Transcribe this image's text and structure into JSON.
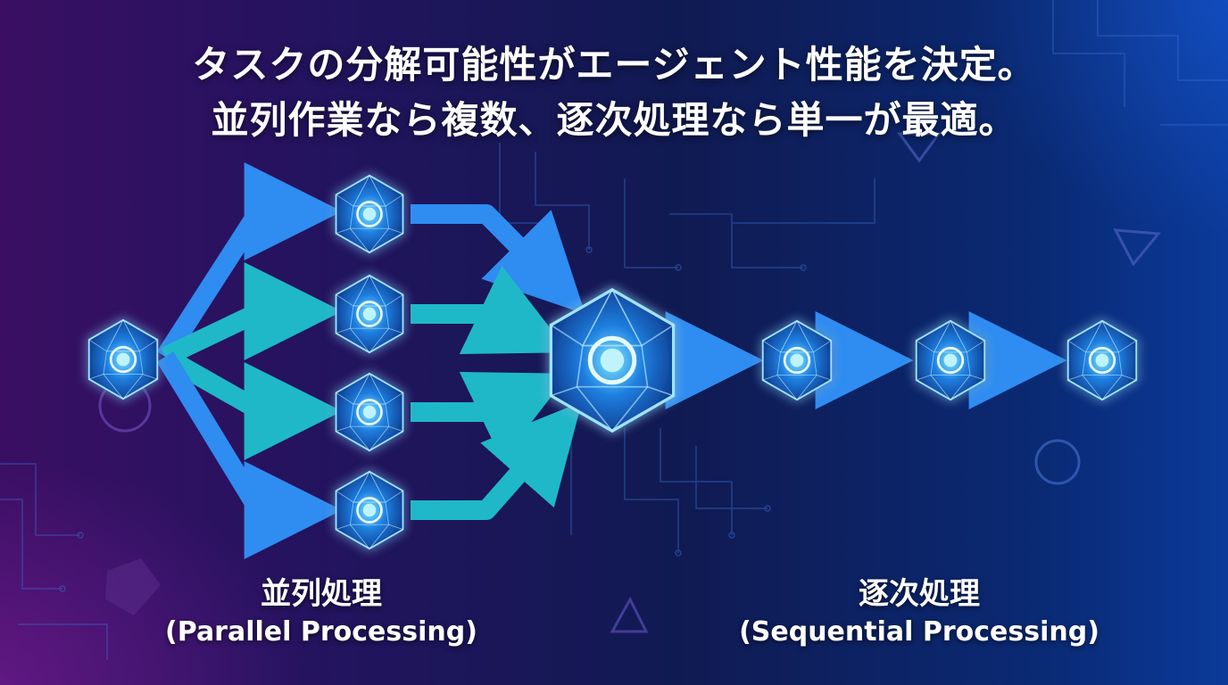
{
  "title": {
    "line1": "タスクの分解可能性がエージェント性能を決定。",
    "line2": "並列作業なら複数、逐次処理なら単一が最適。"
  },
  "labels": {
    "parallel_jp": "並列処理",
    "parallel_en": "(Parallel Processing)",
    "sequential_jp": "逐次処理",
    "sequential_en": "(Sequential Processing)"
  },
  "colors": {
    "arrow_blue": "#2f8cf0",
    "arrow_teal": "#1fb8c8",
    "node_glow": "#39b8ff"
  }
}
